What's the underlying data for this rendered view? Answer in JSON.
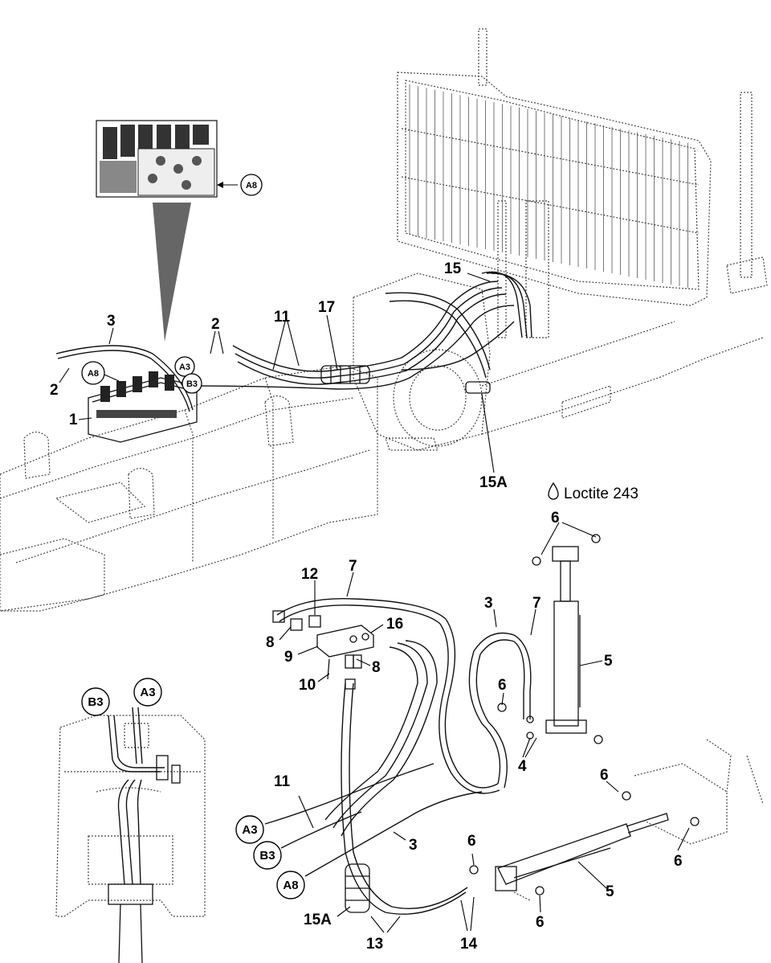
{
  "note": {
    "icon": "droplet-icon",
    "text": "Loctite 243"
  },
  "connectors": {
    "a8_inset": "A8",
    "a8_top": "A8",
    "a3_top": "A3",
    "b3_top": "B3",
    "b3_small": "B3",
    "a3_small": "A3",
    "a3_bottom": "A3",
    "b3_bottom": "B3",
    "a8_bottom": "A8"
  },
  "callouts": {
    "c1": "1",
    "c2a": "2",
    "c2b": "2",
    "c3a": "3",
    "c11a": "11",
    "c17": "17",
    "c15": "15",
    "c15a": "15A",
    "c6a": "6",
    "c7a": "7",
    "c12": "12",
    "c16": "16",
    "c8a": "8",
    "c9": "9",
    "c8b": "8",
    "c10": "10",
    "c3b": "3",
    "c7b": "7",
    "c5a": "5",
    "c6b": "6",
    "c4": "4",
    "c6c": "6",
    "c11b": "11",
    "c3c": "3",
    "c6d": "6",
    "c6e": "6",
    "c5b": "5",
    "c6f": "6",
    "c15b": "15A",
    "c13": "13",
    "c14": "14"
  }
}
